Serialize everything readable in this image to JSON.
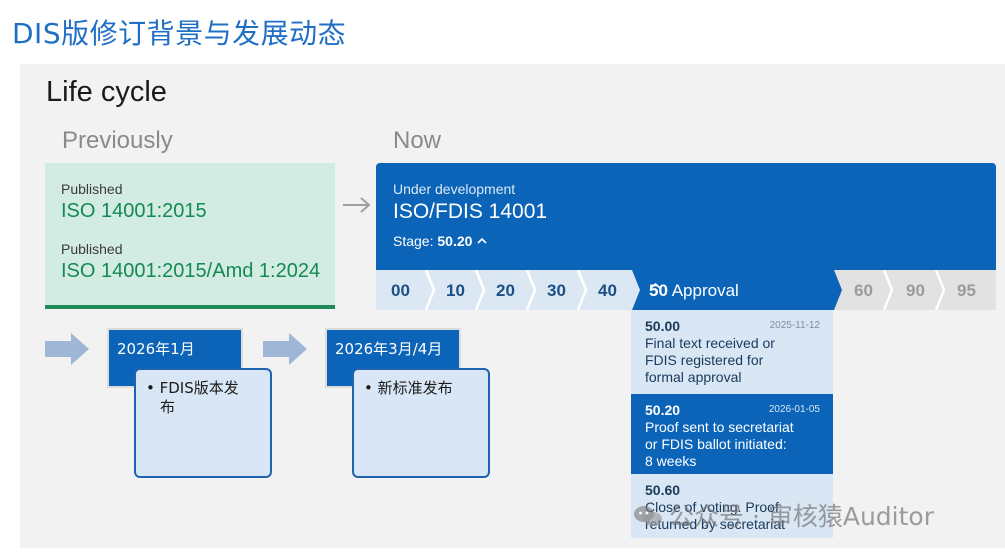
{
  "slide": {
    "title": "DIS版修订背景与发展动态"
  },
  "lifecycle": {
    "title": "Life cycle",
    "previously_title": "Previously",
    "now_title": "Now",
    "previous": [
      {
        "label": "Published",
        "value": "ISO 14001:2015"
      },
      {
        "label": "Published",
        "value": "ISO 14001:2015/Amd 1:2024"
      }
    ],
    "current": {
      "label": "Under development",
      "value": "ISO/FDIS 14001",
      "stage_label": "Stage:",
      "stage_value": "50.20",
      "stage_icon": "chevron-up-icon"
    },
    "stages": [
      "00",
      "10",
      "20",
      "30",
      "40"
    ],
    "active_stage": {
      "code": "50",
      "name": "Approval",
      "icon": "chevron-up-icon"
    },
    "later_stages": [
      "60",
      "90",
      "95"
    ],
    "substages": [
      {
        "code": "50.00",
        "date": "2025-11-12",
        "desc": [
          "Final text received or",
          "FDIS registered for",
          "formal approval"
        ],
        "style": "light"
      },
      {
        "code": "50.20",
        "date": "2026-01-05",
        "desc": [
          "Proof sent to secretariat",
          "or FDIS ballot initiated:",
          "8 weeks"
        ],
        "style": "dark"
      },
      {
        "code": "50.60",
        "date": "",
        "desc": [
          "Close of voting. Proof",
          "returned by secretariat"
        ],
        "style": "light"
      }
    ]
  },
  "timeline": [
    {
      "date": "2026年1月",
      "items": [
        "• FDIS版本发",
        "布"
      ]
    },
    {
      "date": "2026年3月/4月",
      "items": [
        "• 新标准发布"
      ]
    }
  ],
  "watermark": {
    "text": "公众号 · 审核猿Auditor",
    "icon": "wechat-icon"
  },
  "colors": {
    "title_blue": "#1f6fc5",
    "iso_blue": "#0b64b8",
    "published_green": "#138a52",
    "published_bg": "#d3ece3",
    "strip_light": "#dbe7f3",
    "strip_grey": "#e2e2e2",
    "timeline_arrow": "#9fb6d6"
  }
}
